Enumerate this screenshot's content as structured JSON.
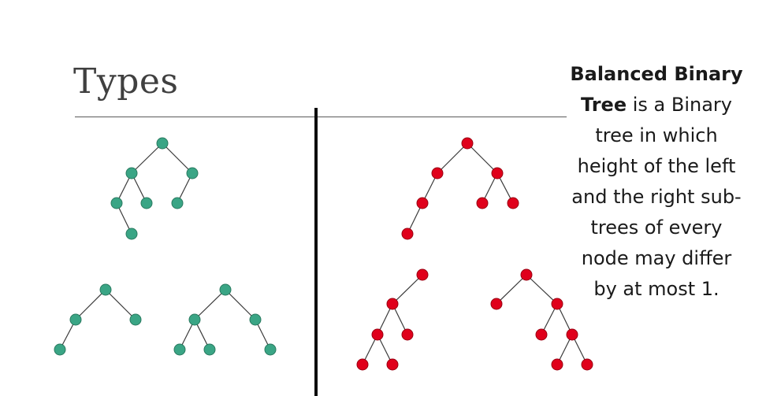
{
  "title": "Types",
  "description": {
    "bold": "Balanced Binary Tree",
    "rest": " is a Binary tree in which height of the left and the right sub-trees of every node may differ by at most 1."
  },
  "colors": {
    "balanced": "#3aa585",
    "unbalanced": "#e0001b"
  }
}
